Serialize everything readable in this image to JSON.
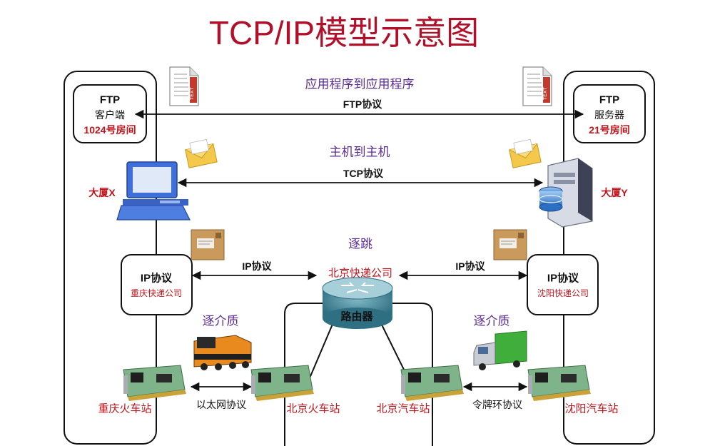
{
  "title": "TCP/IP模型示意图",
  "layers": {
    "app": {
      "heading": "应用程序到应用程序",
      "protocol": "FTP协议"
    },
    "host": {
      "heading": "主机到主机",
      "protocol": "TCP协议"
    },
    "hop": {
      "heading": "逐跳",
      "left_protocol": "IP协议",
      "right_protocol": "IP协议"
    },
    "medium_left": {
      "heading": "逐介质",
      "protocol": "以太网协议"
    },
    "medium_right": {
      "heading": "逐介质",
      "protocol": "令牌环协议"
    }
  },
  "left": {
    "ftp_box": {
      "line1": "FTP",
      "line2": "客户端",
      "line3": "1024号房间"
    },
    "building": "大厦X",
    "ip_box": {
      "line1": "IP协议",
      "line2": "重庆快递公司"
    },
    "station": "重庆火车站"
  },
  "right": {
    "ftp_box": {
      "line1": "FTP",
      "line2": "服务器",
      "line3": "21号房间"
    },
    "building": "大厦Y",
    "ip_box": {
      "line1": "IP协议",
      "line2": "沈阳快递公司"
    },
    "station": "沈阳汽车站"
  },
  "center": {
    "company": "北京快递公司",
    "router_label": "路由器",
    "station_left": "北京火车站",
    "station_right": "北京汽车站"
  },
  "icons": {
    "doc_left": "document-text-icon",
    "doc_right": "document-text-icon",
    "mail_left": "envelope-icon",
    "mail_right": "envelope-icon",
    "pkg_left": "package-icon",
    "pkg_right": "package-icon",
    "computer": "desktop-computer-icon",
    "server": "server-icon",
    "router": "router-icon",
    "train": "train-icon",
    "truck": "truck-icon",
    "nic": "network-card-icon"
  },
  "colors": {
    "title": "#b0102a",
    "heading": "#5b2c91",
    "accent": "#c0141c"
  }
}
